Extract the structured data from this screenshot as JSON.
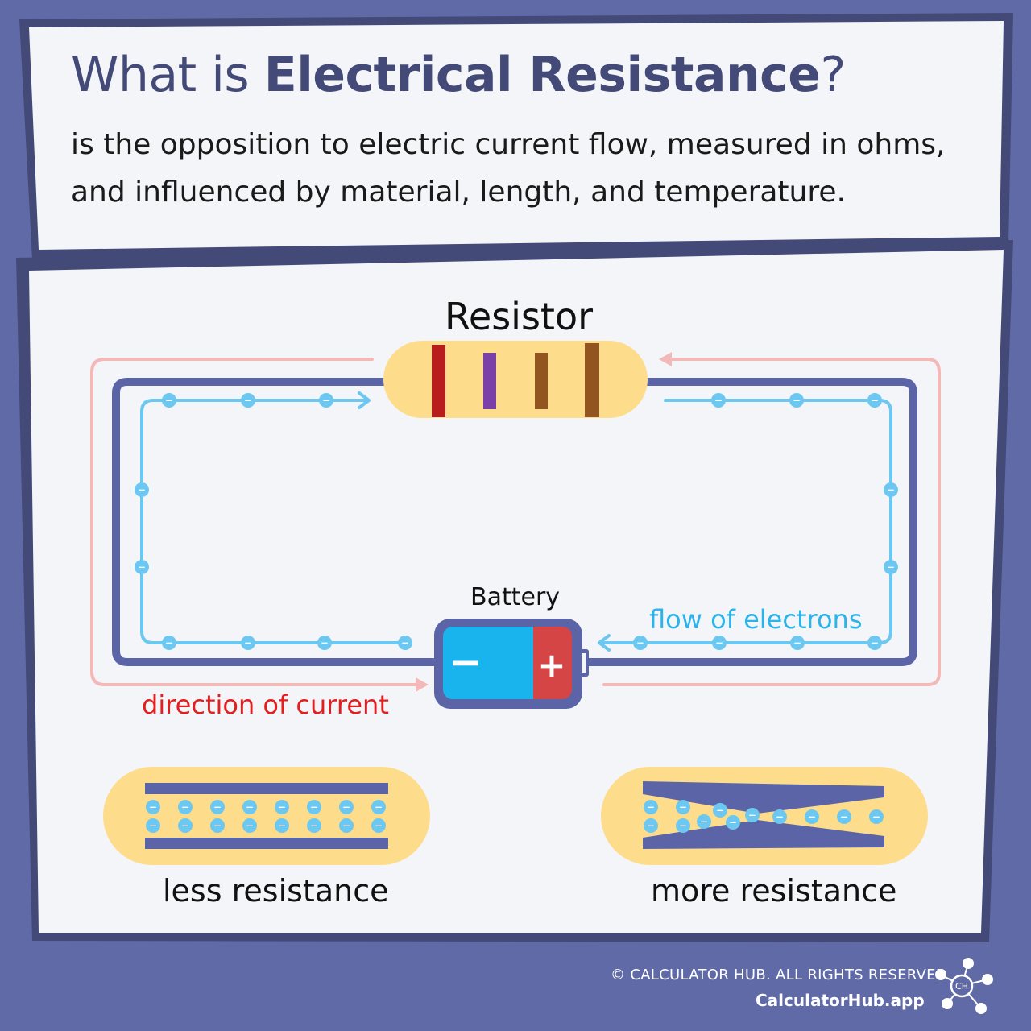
{
  "title": {
    "prefix": "What is ",
    "bold": "Electrical Resistance",
    "suffix": "?"
  },
  "definition": "is the opposition to electric current flow, measured in ohms, and influenced by material, length, and temperature.",
  "diagram": {
    "resistor_label": "Resistor",
    "battery_label": "Battery",
    "battery_minus": "−",
    "battery_plus": "+",
    "electron_symbol": "−",
    "flow_label": "flow of electrons",
    "current_label": "direction of current",
    "less_label": "less resistance",
    "more_label": "more resistance"
  },
  "footer": {
    "copyright": "© CALCULATOR HUB. ALL RIGHTS RESERVED",
    "site": "CalculatorHub.app",
    "logo_text": "CH"
  },
  "colors": {
    "background": "#5f6aa6",
    "wire": "#5c64a8",
    "electron": "#6cc8f1",
    "current": "#f3b8b8",
    "resistor_body": "#fddc8c",
    "battery_blue": "#19b4ee",
    "battery_red": "#d64545"
  }
}
